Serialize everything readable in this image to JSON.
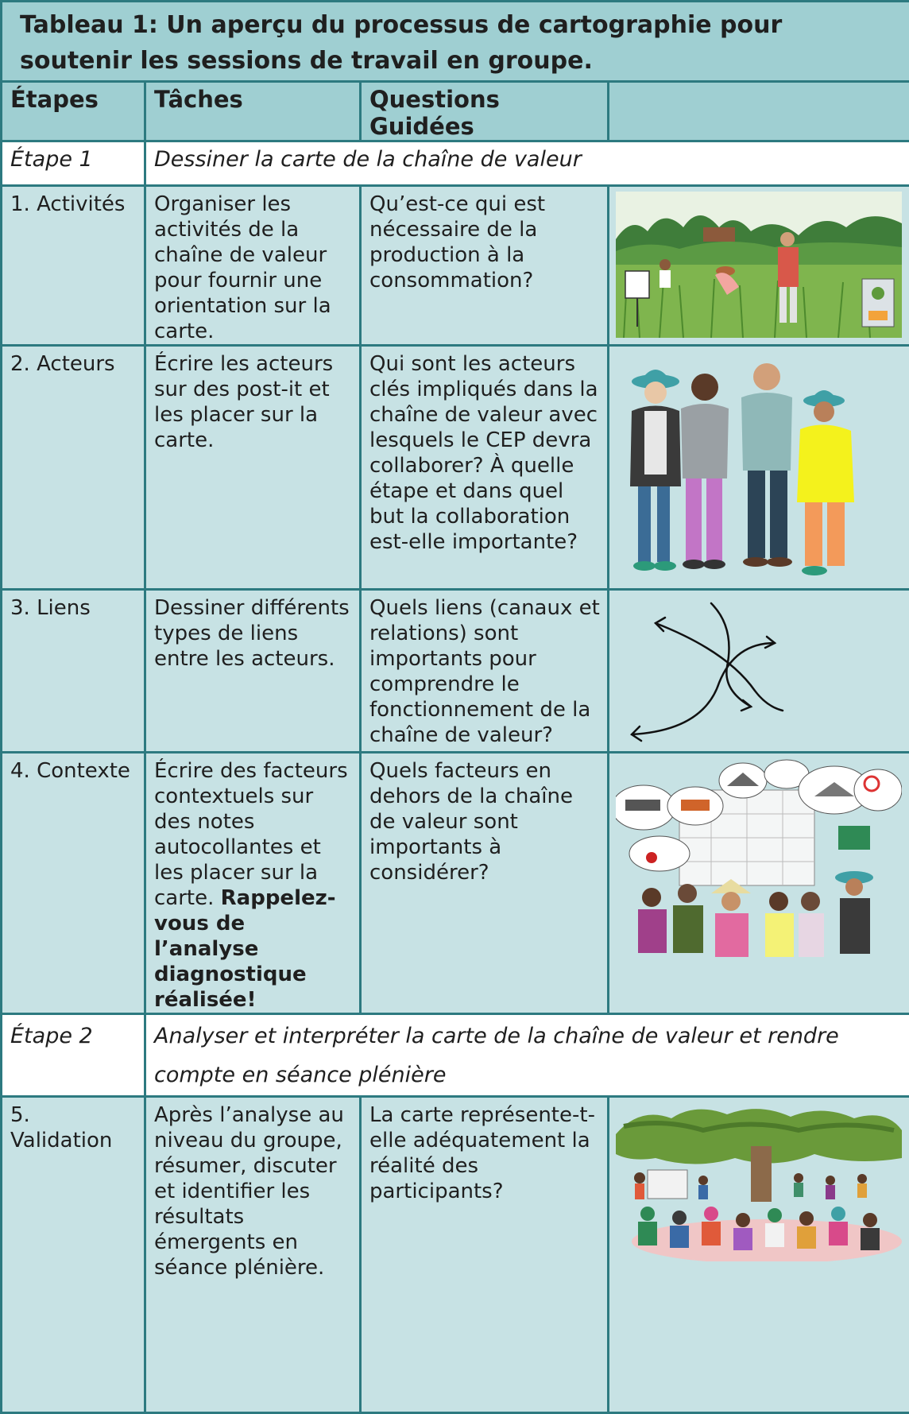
{
  "title": "Tableau 1: Un aperçu du processus de cartographie pour soutenir les sessions de travail en groupe.",
  "headers": [
    "Étapes",
    "Tâches",
    "Questions Guidées",
    ""
  ],
  "stage1": {
    "label": "Étape  1",
    "text": "Dessiner la carte de la chaîne de valeur"
  },
  "stage2": {
    "label": "Étape 2",
    "text": "Analyser et interpréter la carte de la chaîne de valeur et rendre compte en séance plénière"
  },
  "rows": [
    {
      "step": "1. Activités",
      "task": "Organiser les activités de la chaîne de valeur pour fournir une orientation sur la carte.",
      "question": "Qu’est-ce qui est nécessaire de la production à la consommation?",
      "illustration": "farmers-field-illustration"
    },
    {
      "step": "2. Acteurs",
      "task": "Écrire les acteurs sur des post-it et les placer sur la carte.",
      "question": "Qui sont les acteurs clés impliqués dans la chaîne de valeur avec lesquels le CEP devra collaborer? À quelle étape et dans quel but la collaboration est-elle importante?",
      "illustration": "group-of-people-illustration"
    },
    {
      "step": "3. Liens",
      "task": "Dessiner différents types de liens entre les acteurs.",
      "question": " Quels liens (canaux et relations) sont importants pour comprendre le fonctionnement de la chaîne de valeur?",
      "illustration": "crossing-arrows-illustration"
    },
    {
      "step": "4. Contexte",
      "task": "Écrire des facteurs contextuels sur des notes autocollantes et les placer sur la carte.",
      "task_bold": "Rappelez-vous de l’analyse diagnostique réalisée!",
      "question": "Quels facteurs en dehors de la chaîne de valeur sont importants à considérer?",
      "illustration": "context-map-illustration"
    },
    {
      "step": "5. Validation",
      "task": "Après l’analyse au niveau du groupe, résumer, discuter et identifier les résultats émergents en séance plénière.",
      "question": "La carte représente-t-elle adéquatement la réalité des participants?",
      "illustration": "plenary-under-tree-illustration"
    }
  ],
  "colors": {
    "header_bg": "#9fcfd2",
    "cell_bg": "#c7e2e4",
    "border": "#2d7a80",
    "stage_bg": "#ffffff"
  }
}
